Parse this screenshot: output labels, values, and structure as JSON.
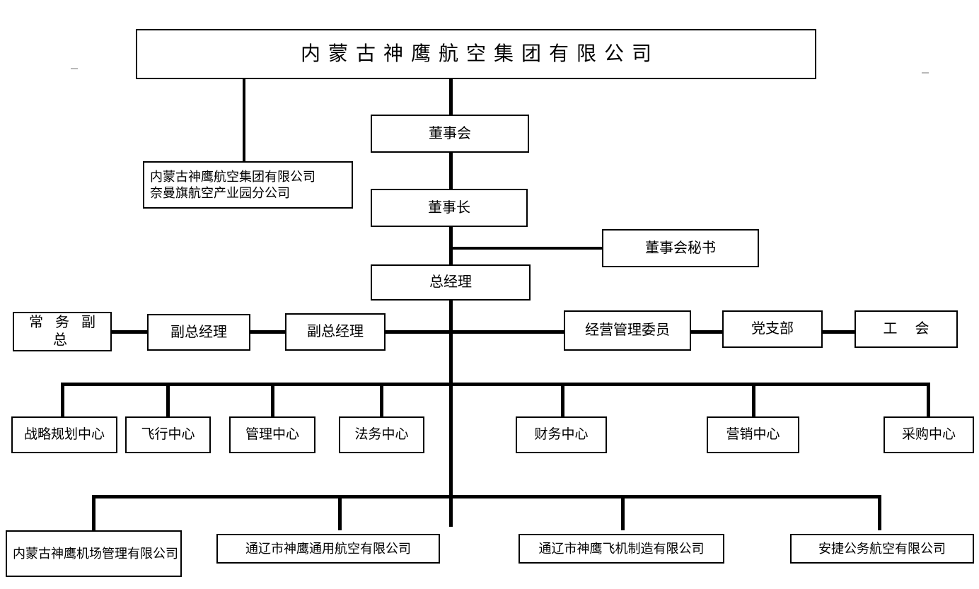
{
  "chart": {
    "kind": "organization-chart",
    "language": "zh-CN",
    "background_color": "#ffffff",
    "line_color": "#000000",
    "text_color": "#000000"
  },
  "root": {
    "title": "内蒙古神鹰航空集团有限公司"
  },
  "branch": {
    "line1": "内蒙古神鹰航空集团有限公司",
    "line2": "奈曼旗航空产业园分公司"
  },
  "governance": {
    "board": "董事会",
    "chairman": "董事长",
    "board_secretary": "董事会秘书",
    "general_manager": "总经理"
  },
  "executives": [
    {
      "label": "常 务 副 总"
    },
    {
      "label": "副总经理"
    },
    {
      "label": "副总经理"
    }
  ],
  "committees": [
    {
      "label": "经营管理委员"
    },
    {
      "label": "党支部"
    },
    {
      "label": "工 会"
    }
  ],
  "centers": [
    {
      "label": "战略规划中心"
    },
    {
      "label": "飞行中心"
    },
    {
      "label": "管理中心"
    },
    {
      "label": "法务中心"
    },
    {
      "label": "财务中心"
    },
    {
      "label": "营销中心"
    },
    {
      "label": "采购中心"
    }
  ],
  "subsidiaries": [
    {
      "label": "内蒙古神鹰机场管理有限公司"
    },
    {
      "label": "通辽市神鹰通用航空有限公司"
    },
    {
      "label": "通辽市神鹰飞机制造有限公司"
    },
    {
      "label": "安捷公务航空有限公司"
    }
  ]
}
